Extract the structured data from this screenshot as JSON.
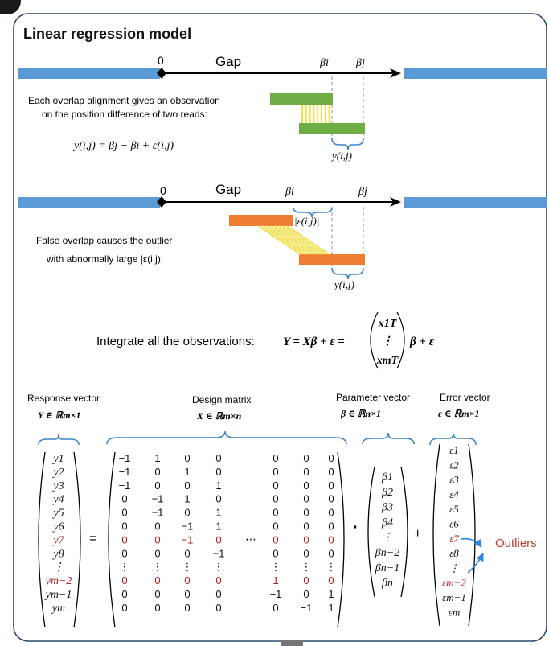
{
  "title": "Linear regression model",
  "colors": {
    "frame": "#2b4a6f",
    "read_blue": "#5b9bd5",
    "green": "#70ad47",
    "orange": "#ed7d31",
    "yellow": "#f2e04a",
    "brace_blue": "#3a86c8",
    "outlier_red": "#b01e1e",
    "outliers_label": "#c0392b",
    "arrow_blue": "#2e86de",
    "dashed_gray": "#a6a6a6"
  },
  "panel1": {
    "zero": "0",
    "gap": "Gap",
    "beta_i": "βi",
    "beta_j": "βj",
    "desc_line1": "Each overlap alignment gives an observation",
    "desc_line2": "on the position difference of two reads:",
    "equation": "y(i,j) = βj − βi + ε(i,j)",
    "y_label": "y(i,j)"
  },
  "panel2": {
    "zero": "0",
    "gap": "Gap",
    "beta_i": "βi",
    "beta_j": "βj",
    "eps_label": "|ε(i,j)|",
    "desc_line1": "False overlap causes the outlier",
    "desc_line2": "with abnormally large |ε(i,j)|",
    "y_label": "y(i,j)"
  },
  "integrate": {
    "text": "Integrate all the observations:",
    "equation_left": "Y = Xβ + ε =",
    "x_top": "x1T",
    "x_dots": "⋮",
    "x_bottom": "xmT",
    "equation_right": "β + ε"
  },
  "headers": {
    "response": "Response vector",
    "response_sub": "Y ∈ ℝm×1",
    "design": "Design matrix",
    "design_sub": "X ∈ ℝm×n",
    "parameter": "Parameter vector",
    "parameter_sub": "β ∈ ℝn×1",
    "error": "Error vector",
    "error_sub": "ε ∈ ℝm×1"
  },
  "response_vector": [
    "y1",
    "y2",
    "y3",
    "y4",
    "y5",
    "y6",
    "y7",
    "y8",
    "⋮",
    "ym−2",
    "ym−1",
    "ym"
  ],
  "response_outlier_rows": [
    6,
    9
  ],
  "design_left": [
    [
      "−1",
      "1",
      "0",
      "0"
    ],
    [
      "−1",
      "0",
      "1",
      "0"
    ],
    [
      "−1",
      "0",
      "0",
      "1"
    ],
    [
      "0",
      "−1",
      "1",
      "0"
    ],
    [
      "0",
      "−1",
      "0",
      "1"
    ],
    [
      "0",
      "0",
      "−1",
      "1"
    ],
    [
      "0",
      "0",
      "−1",
      "0"
    ],
    [
      "0",
      "0",
      "0",
      "−1"
    ],
    [
      "⋮",
      "⋮",
      "⋮",
      "⋮"
    ],
    [
      "0",
      "0",
      "0",
      "0"
    ],
    [
      "0",
      "0",
      "0",
      "0"
    ],
    [
      "0",
      "0",
      "0",
      "0"
    ]
  ],
  "design_right": [
    [
      "0",
      "0",
      "0"
    ],
    [
      "0",
      "0",
      "0"
    ],
    [
      "0",
      "0",
      "0"
    ],
    [
      "0",
      "0",
      "0"
    ],
    [
      "0",
      "0",
      "0"
    ],
    [
      "0",
      "0",
      "0"
    ],
    [
      "0",
      "0",
      "0"
    ],
    [
      "0",
      "0",
      "0"
    ],
    [
      "⋮",
      "⋮",
      "⋮"
    ],
    [
      "1",
      "0",
      "0"
    ],
    [
      "−1",
      "0",
      "1"
    ],
    [
      "0",
      "−1",
      "1"
    ]
  ],
  "design_hdots": "⋯",
  "design_outlier_rows": [
    6,
    9
  ],
  "dot_operator": "·",
  "equals": "=",
  "plus": "+",
  "parameter_vector": [
    "β1",
    "β2",
    "β3",
    "β4",
    "⋮",
    "βn−2",
    "βn−1",
    "βn"
  ],
  "error_vector": [
    "ε1",
    "ε2",
    "ε3",
    "ε4",
    "ε5",
    "ε6",
    "ε7",
    "ε8",
    "⋮",
    "εm−2",
    "εm−1",
    "εm"
  ],
  "error_outlier_rows": [
    6,
    9
  ],
  "outliers_label": "Outliers"
}
